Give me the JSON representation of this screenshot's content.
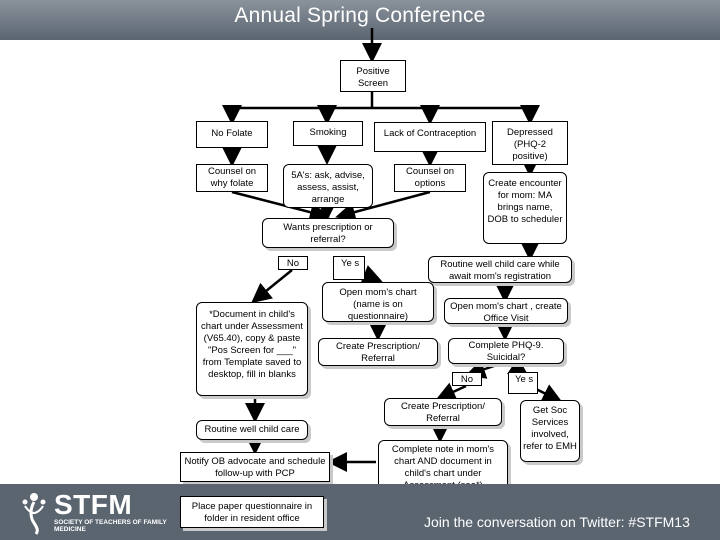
{
  "header": {
    "title": "Annual Spring Conference"
  },
  "footer": {
    "logo": "STFM",
    "logo_subtitle": "SOCIETY OF TEACHERS OF FAMILY MEDICINE",
    "twitter": "Join the conversation on Twitter: #STFM13"
  },
  "flow": {
    "positive_screen": "Positive Screen",
    "no_folate": "No Folate",
    "smoking": "Smoking",
    "lack_contraception": "Lack of Contraception",
    "depressed": "Depressed (PHQ-2 positive)",
    "counsel_folate": "Counsel on why folate",
    "five_as": "5A's: ask, advise, assess, assist, arrange",
    "counsel_options": "Counsel on options",
    "create_encounter": "Create encounter for mom: MA brings name, DOB to scheduler",
    "wants_rx": "Wants prescription or referral?",
    "no1": "No",
    "yes1": "Ye s",
    "routine_wcc_await": "Routine well child care while await mom's registration",
    "document_child": "*Document in child's chart under Assessment (V65.40), copy & paste \"Pos Screen for ___\" from Template saved to desktop, fill in blanks",
    "open_mom_chart_name": "Open mom's chart (name is on questionnaire)",
    "open_mom_chart_visit": "Open mom's chart , create Office Visit",
    "create_rx1": "Create Prescription/ Referral",
    "complete_phq9": "Complete PHQ-9. Suicidal?",
    "no2": "No",
    "yes2": "Ye s",
    "routine_wcc": "Routine well child care",
    "create_rx2": "Create Prescription/ Referral",
    "get_soc": "Get Soc Services involved, refer to EMH",
    "notify_ob": "Notify OB advocate and schedule follow-up with PCP",
    "complete_note": "Complete note in mom's chart AND document in child's chart under Assessment (see*)",
    "place_paper": "Place paper questionnaire in folder in resident office"
  }
}
